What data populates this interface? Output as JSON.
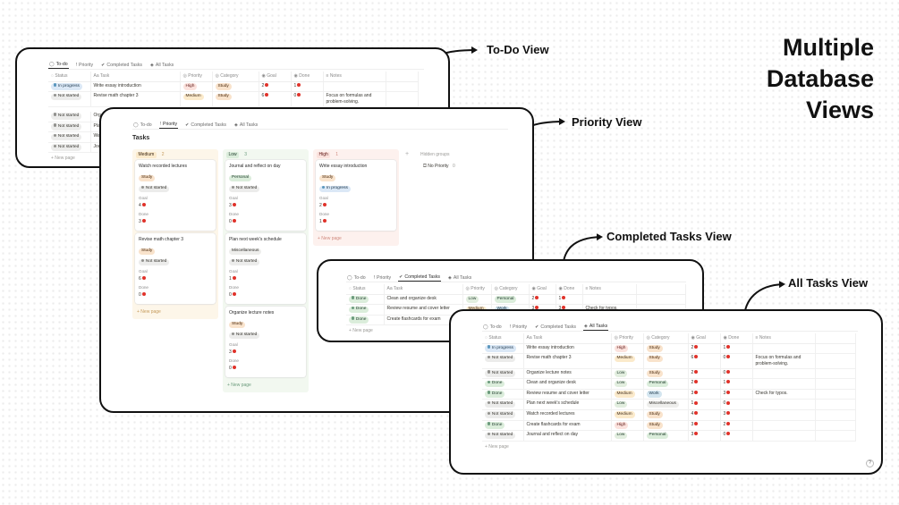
{
  "title_lines": [
    "Multiple",
    "Database",
    "Views"
  ],
  "labels": {
    "todo": "To-Do View",
    "priority": "Priority View",
    "completed": "Completed Tasks View",
    "all": "All Tasks View"
  },
  "tabs": {
    "todo": "To-do",
    "priority": "Priority",
    "completed": "Completed Tasks",
    "all": "All Tasks"
  },
  "columns": {
    "status": "Status",
    "task": "Task",
    "priority": "Priority",
    "category": "Category",
    "goal": "Goal",
    "done": "Done",
    "notes": "Notes"
  },
  "new_page": "+ New page",
  "todo_view": {
    "rows": [
      {
        "status": "In progress",
        "task": "Write essay introduction",
        "priority": "High",
        "category": "Study",
        "goal": "2",
        "done": "1",
        "notes": ""
      },
      {
        "status": "Not started",
        "task": "Revise math chapter 3",
        "priority": "Medium",
        "category": "Study",
        "goal": "6",
        "done": "0",
        "notes": "Focus on formulas and problem-solving."
      }
    ],
    "group2_rows": [
      {
        "status": "Not started",
        "task": "Organ"
      },
      {
        "status": "Not started",
        "task": "Plan"
      },
      {
        "status": "Not started",
        "task": "Watc"
      },
      {
        "status": "Not started",
        "task": "Journ"
      }
    ]
  },
  "priority_view": {
    "board_title": "Tasks",
    "goal_label": "Goal",
    "done_label": "Done",
    "hidden_groups": "Hidden groups",
    "no_priority": "No Priority",
    "no_priority_count": "0",
    "add_group": "+",
    "columns": [
      {
        "name": "Medium",
        "count": "2",
        "cards": [
          {
            "title": "Watch recorded lectures",
            "category": "Study",
            "status": "Not started",
            "goal": "4",
            "done": "3"
          },
          {
            "title": "Revise math chapter 3",
            "category": "Study",
            "status": "Not started",
            "goal": "6",
            "done": "0"
          }
        ]
      },
      {
        "name": "Low",
        "count": "3",
        "cards": [
          {
            "title": "Journal and reflect on day",
            "category": "Personal",
            "status": "Not started",
            "goal": "3",
            "done": "0"
          },
          {
            "title": "Plan next week's schedule",
            "category": "Miscellaneous",
            "status": "Not started",
            "goal": "1",
            "done": "0"
          },
          {
            "title": "Organize lecture notes",
            "category": "Study",
            "status": "Not started",
            "goal": "3",
            "done": "0"
          }
        ]
      },
      {
        "name": "High",
        "count": "1",
        "cards": [
          {
            "title": "Write essay introduction",
            "category": "Study",
            "status": "In progress",
            "goal": "2",
            "done": "1"
          }
        ]
      }
    ]
  },
  "completed_view": {
    "rows": [
      {
        "status": "Done",
        "task": "Clean and organize desk",
        "priority": "Low",
        "category": "Personal",
        "goal": "2",
        "done": "1",
        "notes": ""
      },
      {
        "status": "Done",
        "task": "Review resume and cover letter",
        "priority": "Medium",
        "category": "Work",
        "goal": "3",
        "done": "3",
        "notes": "Check for typos."
      },
      {
        "status": "Done",
        "task": "Create flashcards for exam",
        "priority": "",
        "category": "",
        "goal": "",
        "done": "",
        "notes": ""
      }
    ]
  },
  "all_view": {
    "help": "?",
    "rows": [
      {
        "status": "In progress",
        "task": "Write essay introduction",
        "priority": "High",
        "category": "Study",
        "goal": "2",
        "done": "1",
        "notes": ""
      },
      {
        "status": "Not started",
        "task": "Revise math chapter 3",
        "priority": "Medium",
        "category": "Study",
        "goal": "6",
        "done": "0",
        "notes": "Focus on formulas and problem-solving."
      },
      {
        "status": "Not started",
        "task": "Organize lecture notes",
        "priority": "Low",
        "category": "Study",
        "goal": "2",
        "done": "0",
        "notes": ""
      },
      {
        "status": "Done",
        "task": "Clean and organize desk",
        "priority": "Low",
        "category": "Personal",
        "goal": "2",
        "done": "1",
        "notes": ""
      },
      {
        "status": "Done",
        "task": "Review resume and cover letter",
        "priority": "Medium",
        "category": "Work",
        "goal": "3",
        "done": "3",
        "notes": "Check for typos."
      },
      {
        "status": "Not started",
        "task": "Plan next week's schedule",
        "priority": "Low",
        "category": "Miscellaneous",
        "goal": "1",
        "done": "0",
        "notes": ""
      },
      {
        "status": "Not started",
        "task": "Watch recorded lectures",
        "priority": "Medium",
        "category": "Study",
        "goal": "4",
        "done": "3",
        "notes": ""
      },
      {
        "status": "Done",
        "task": "Create flashcards for exam",
        "priority": "High",
        "category": "Study",
        "goal": "3",
        "done": "2",
        "notes": ""
      },
      {
        "status": "Not started",
        "task": "Journal and reflect on day",
        "priority": "Low",
        "category": "Personal",
        "goal": "3",
        "done": "0",
        "notes": ""
      }
    ]
  }
}
